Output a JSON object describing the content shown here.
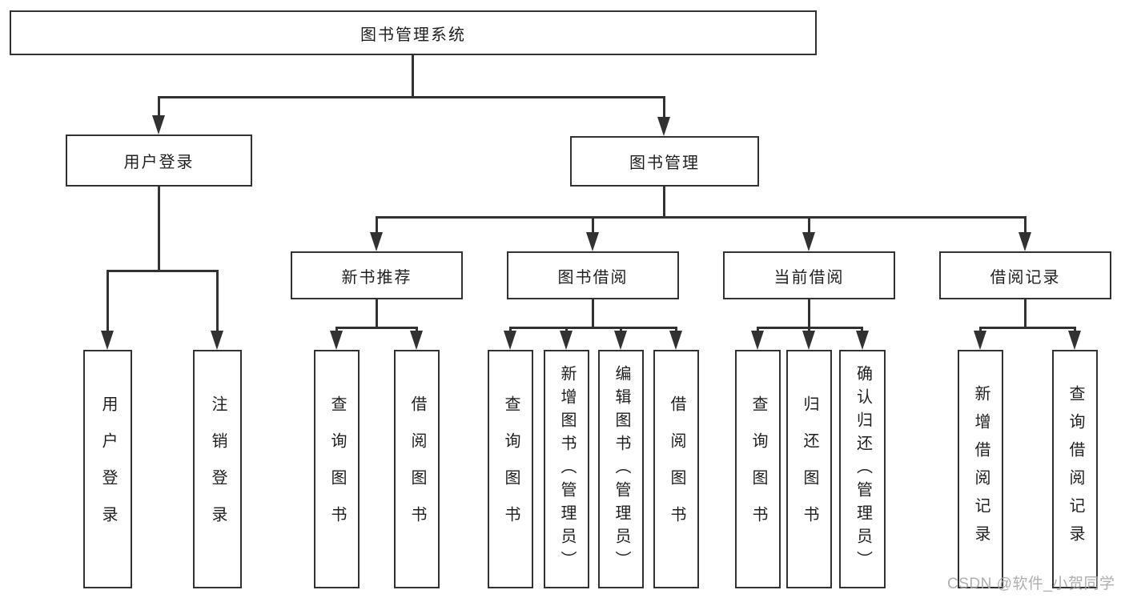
{
  "nodes": {
    "root": "图书管理系统",
    "level2": {
      "user_login": "用户登录",
      "book_mgmt": "图书管理"
    },
    "user_login_children": {
      "login": "用户登录",
      "logout": "注销登录"
    },
    "book_mgmt_children": {
      "new_book_rec": "新书推荐",
      "book_borrow": "图书借阅",
      "current_borrow": "当前借阅",
      "borrow_record": "借阅记录"
    },
    "new_book_rec_children": {
      "query_book": "查询图书",
      "borrow_book": "借阅图书"
    },
    "book_borrow_children": {
      "query_book": "查询图书",
      "add_book": "新增图书（管理员）",
      "edit_book": "编辑图书（管理员）",
      "borrow_book": "借阅图书"
    },
    "current_borrow_children": {
      "query_book": "查询图书",
      "return_book": "归还图书",
      "confirm_return": "确认归还（管理员）"
    },
    "borrow_record_children": {
      "add_record": "新增借阅记录",
      "query_record": "查询借阅记录"
    }
  },
  "watermark": {
    "text": "CSDN @软件_小贺同学"
  },
  "colors": {
    "line": "#323232",
    "text": "#1f1f1f",
    "background": "#ffffff",
    "watermark": "#a6a6a6"
  }
}
